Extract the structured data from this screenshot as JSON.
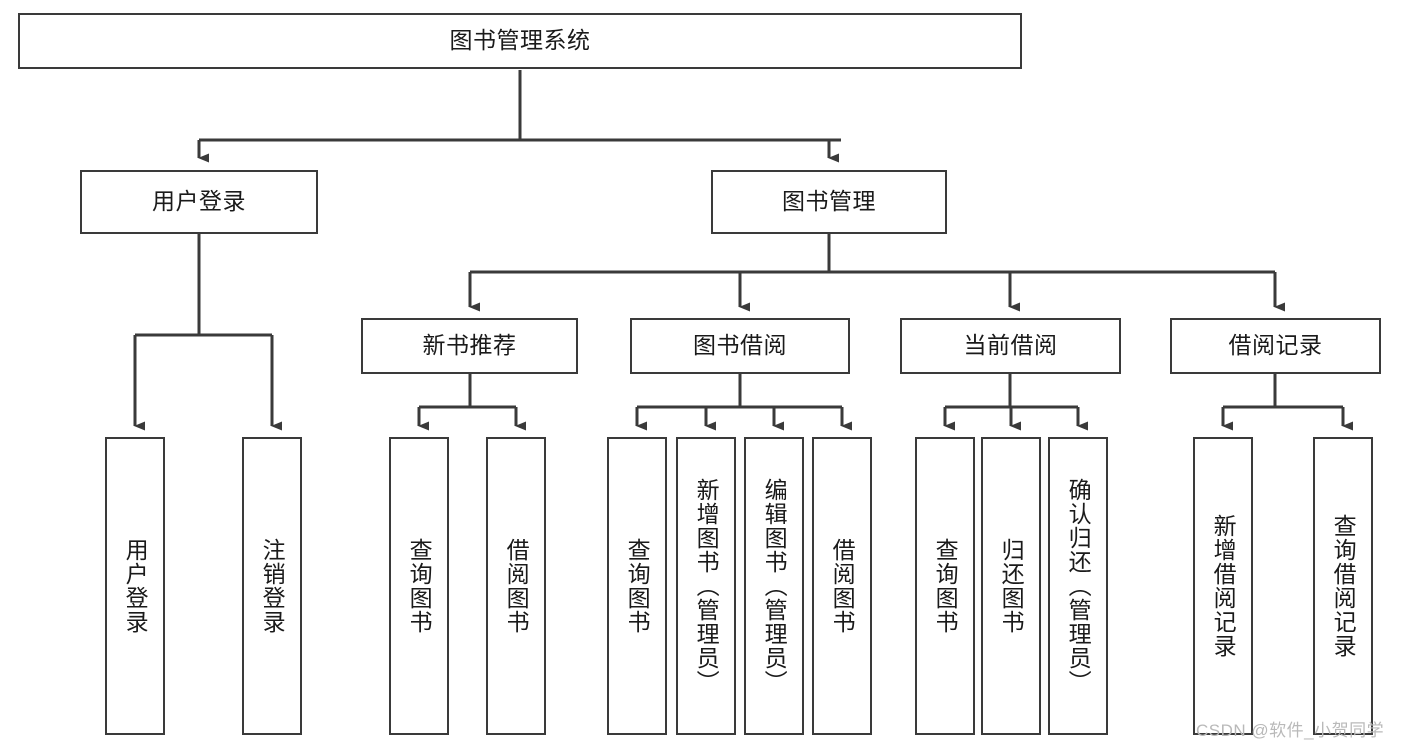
{
  "diagram": {
    "title": "图书管理系统",
    "type": "tree",
    "watermark": "CSDN @软件_小贺同学",
    "colors": {
      "box_border": "#3a3a3a",
      "box_fill": "#ffffff",
      "connector": "#3a3a3a",
      "text": "#1a1a1a",
      "watermark": "#b9b9b9",
      "background": "#ffffff"
    },
    "levels": {
      "root": {
        "label": "图书管理系统"
      },
      "level2": [
        {
          "label": "用户登录"
        },
        {
          "label": "图书管理"
        }
      ],
      "level3": [
        {
          "label": "新书推荐"
        },
        {
          "label": "图书借阅"
        },
        {
          "label": "当前借阅"
        },
        {
          "label": "借阅记录"
        }
      ],
      "leaves": {
        "user_login": [
          {
            "label": "用户登录"
          },
          {
            "label": "注销登录"
          }
        ],
        "new_book_recommend": [
          {
            "label": "查询图书"
          },
          {
            "label": "借阅图书"
          }
        ],
        "book_borrow": [
          {
            "label": "查询图书"
          },
          {
            "label": "新增图书（管理员）"
          },
          {
            "label": "编辑图书（管理员）"
          },
          {
            "label": "借阅图书"
          }
        ],
        "current_borrow": [
          {
            "label": "查询图书"
          },
          {
            "label": "归还图书"
          },
          {
            "label": "确认归还（管理员）"
          }
        ],
        "borrow_record": [
          {
            "label": "新增借阅记录"
          },
          {
            "label": "查询借阅记录"
          }
        ]
      }
    }
  }
}
